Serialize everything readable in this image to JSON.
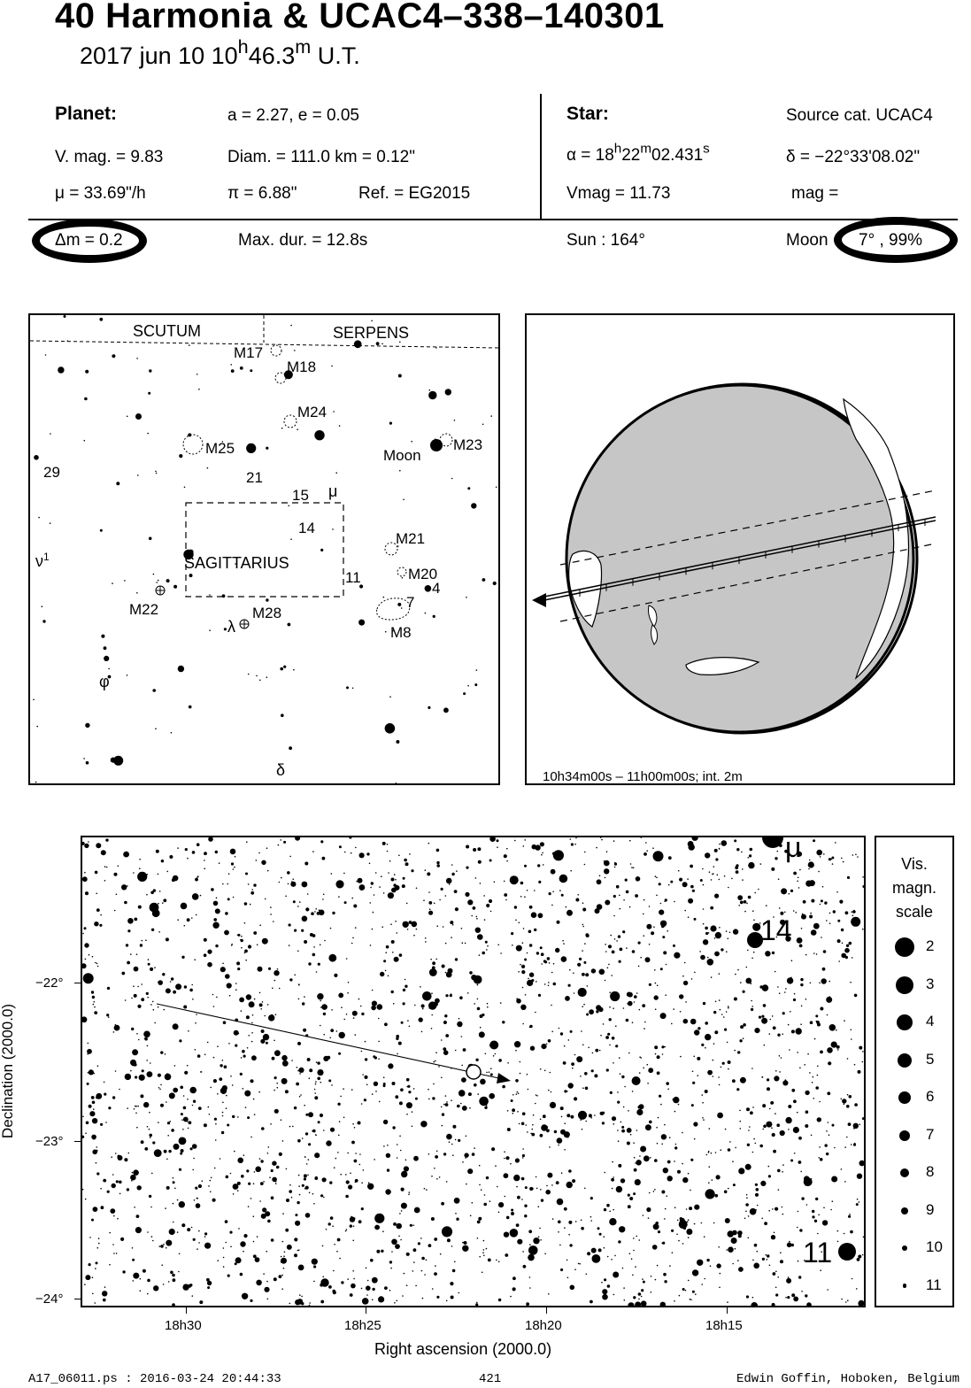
{
  "header": {
    "title": "40 Harmonia  &  UCAC4–338–140301",
    "date": "2017 jun 10  10",
    "time_h": "h",
    "time_min": "46.3",
    "time_m": "m",
    "time_suffix": " U.T."
  },
  "planet": {
    "heading": "Planet:",
    "orbit": "a = 2.27, e = 0.05",
    "vmag": "V. mag. =  9.83",
    "diam": "Diam. = 111.0 km = 0.12\"",
    "mu": "μ =  33.69\"/h",
    "pi": "π =  6.88\"",
    "ref": "Ref. = EG2015"
  },
  "star": {
    "heading": "Star:",
    "source": "Source cat.  UCAC4",
    "ra_prefix": "α = 18",
    "ra_h": "h",
    "ra_min": "22",
    "ra_m": "m",
    "ra_sec": "02.431",
    "ra_s": "s",
    "dec": "δ = −22°33'08.02\"",
    "vmag": "Vmag = 11.73",
    "mag": "mag ="
  },
  "event": {
    "dm": "Δm = 0.2",
    "maxdur": "Max. dur. = 12.8s",
    "sun": "Sun : 164°",
    "moon_label": "Moon",
    "moon_value": "7° , 99%"
  },
  "finder": {
    "constellations": [
      "SCUTUM",
      "SERPENS",
      "SAGITTARIUS"
    ],
    "labels": {
      "m17": "M17",
      "m18": "M18",
      "m24": "M24",
      "m25": "M25",
      "m23": "M23",
      "moon": "Moon",
      "s29": "29",
      "s21": "21",
      "s15": "15",
      "mu": "μ",
      "s14": "14",
      "m21": "M21",
      "m20": "M20",
      "nu": "ν",
      "nu_sup": "1",
      "s11": "11",
      "s4": "4",
      "s7": "7",
      "m22": "M22",
      "m28": "M28",
      "lambda": "λ",
      "m8": "M8",
      "phi": "φ",
      "delta": "δ"
    }
  },
  "globe": {
    "caption": "10h34m00s – 11h00m00s; int.  2m"
  },
  "chart_data": {
    "type": "scatter",
    "xlabel": "Right ascension (2000.0)",
    "ylabel": "Declination (2000.0)",
    "x_ticks": [
      "18h30",
      "18h25",
      "18h20",
      "18h15"
    ],
    "y_ticks": [
      "−22°",
      "−23°",
      "−24°"
    ],
    "bright_stars": [
      {
        "label": "μ",
        "ra": "18h13.8",
        "dec": -21.06
      },
      {
        "label": "14",
        "ra": "18h14.4",
        "dec": -21.71
      },
      {
        "label": "11",
        "ra": "18h11.7",
        "dec": -23.7
      }
    ],
    "legend": {
      "title": [
        "Vis.",
        "magn.",
        "scale"
      ],
      "mags": [
        "2",
        "3",
        "4",
        "5",
        "6",
        "7",
        "8",
        "9",
        "10",
        "11"
      ]
    }
  },
  "footer": {
    "file": "A17_06011.ps : 2016-03-24 20:44:33",
    "page": "421",
    "author": "Edwin Goffin, Hoboken, Belgium"
  }
}
